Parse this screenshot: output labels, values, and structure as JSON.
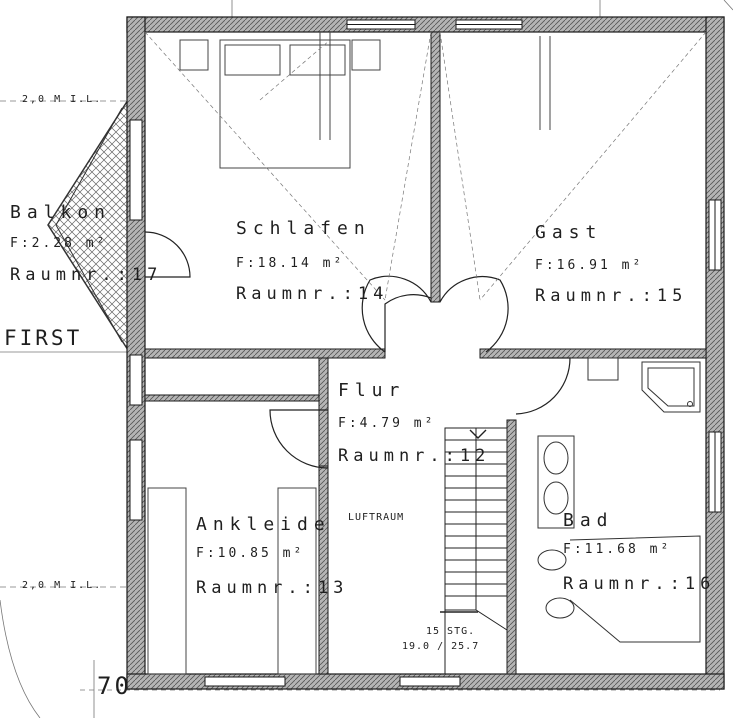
{
  "colors": {
    "wall_fill": "#9a9a9a",
    "wall_edge": "#1a1a1a",
    "line": "#333333",
    "text": "#1f1f1f",
    "background": "#ffffff"
  },
  "level_markers": {
    "upper": "2,0 M I.L.",
    "lower": "2,0 M I.L."
  },
  "floor_label": "FIRST",
  "dimension_label": "70",
  "rooms": {
    "balkon": {
      "name": "Balkon",
      "area": "F:2.28 m²",
      "number": "Raumnr.:17"
    },
    "schlafen": {
      "name": "Schlafen",
      "area": "F:18.14 m²",
      "number": "Raumnr.:14"
    },
    "gast": {
      "name": "Gast",
      "area": "F:16.91 m²",
      "number": "Raumnr.:15"
    },
    "flur": {
      "name": "Flur",
      "area": "F:4.79 m²",
      "number": "Raumnr.:12"
    },
    "ankleide": {
      "name": "Ankleide",
      "area": "F:10.85 m²",
      "number": "Raumnr.:13"
    },
    "bad": {
      "name": "Bad",
      "area": "F:11.68 m²",
      "number": "Raumnr.:16"
    }
  },
  "luftraum": "LUFTRAUM",
  "stairs": {
    "steps": "15 STG.",
    "ratio": "19.0 / 25.7"
  }
}
